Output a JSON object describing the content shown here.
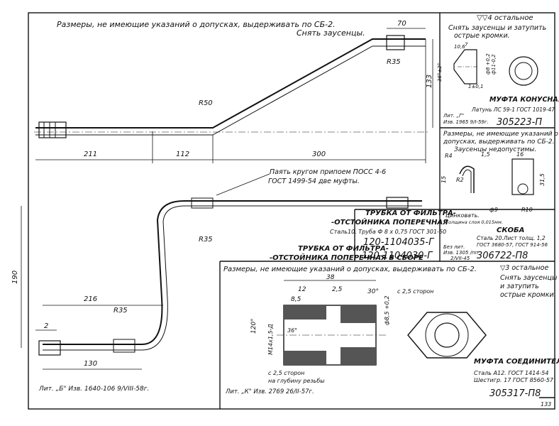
{
  "general_notes": {
    "top_left": "Размеры, не имеющие  указаний о допусках, выдерживать по СБ-2.",
    "deburr": "Снять заусенцы.",
    "bottom_mid": "Размеры, не имеющие указаний о допусках, выдерживать по СБ-2."
  },
  "tube_transverse": {
    "dims": {
      "d70": "70",
      "r35": "R35",
      "r50": "R50",
      "d133": "133",
      "d211": "211",
      "d112": "112",
      "d300": "300"
    },
    "solder_note_1": "Паять кругом припоем ПОСС 4-6",
    "solder_note_2": "ГОСТ 1499-54  две муфты.",
    "title_1": "ТРУБКА ОТ ФИЛЬТРА-",
    "title_2": "-ОТСТОЙНИКА ПОПЕРЕЧНАЯ",
    "material": "Сталь10. Труба Ф 8 х 0,75 ГОСТ 301-50",
    "part_no": "120-1104035-Г"
  },
  "tube_assembly": {
    "dims": {
      "r35a": "R35",
      "d190": "190",
      "d216": "216",
      "r35b": "R35",
      "d2": "2",
      "d130": "130"
    },
    "title_1": "ТРУБКА ОТ ФИЛЬТРА-",
    "title_2": "-ОТСТОЙНИКА ПОПЕРЕЧНАЯ В СБОРЕ",
    "part_no": "120-1104030-Г",
    "litera": "Лит. „Б\"  Изв. 1640-106  9/VIII-58г.",
    "change_note_1": "Без лит.",
    "change_note_2": "Изв. 1305 /пп",
    "change_note_3": "2/VII-45"
  },
  "cone_sleeve": {
    "roughness": "▽▽4 остальное",
    "note_1": "Снять заусенцы и затупить",
    "note_2": "острые кромки.",
    "dims": {
      "d36": "36°±2°",
      "d10": "10,6",
      "d7": "7",
      "d8": "ф8 +0,2",
      "d11": "ф11-0,2",
      "d1": "1±0,1"
    },
    "title": "МУФТА КОНУСНАЯ",
    "material": "Латунь ЛС 59-1 ГОСТ 1019-47",
    "litera_1": "Лит. „Г\"",
    "litera_2": "Изв. 1965  9/I-59г.",
    "part_no": "305223-П"
  },
  "bracket": {
    "note_1": "Размеры, не имеющие указаний о",
    "note_2": "допусках, выдерживать по СБ-2.",
    "note_3": "Заусенцы недопустимы.",
    "dims": {
      "r4": "R4",
      "d15": "1,5",
      "d16": "16",
      "d15b": "15",
      "r2": "R2",
      "d31": "31,5",
      "d9": "ф9",
      "r10": "R10"
    },
    "coating_1": "Цинковать.",
    "coating_2": "Толщина слоя 0,015мм.",
    "title": "СКОБА",
    "material_1": "Сталь 20.Лист толщ. 1,2",
    "material_2": "ГОСТ 3680-57, ГОСТ 914-56",
    "part_no": "306722-П8"
  },
  "connector_sleeve": {
    "roughness": "▽3 остальное",
    "note_1": "Снять заусенцы",
    "note_2": "и затупить",
    "note_3": "острые кромки.",
    "dims": {
      "d38": "38",
      "d12": "12",
      "d25": "2,5",
      "d30": "30°",
      "c25": "с 2,5 сторон",
      "d85": "8,5",
      "d85b": "ф8,5 +0,2",
      "d36": "36°",
      "d120": "120°",
      "m14": "М14х1,5-Д",
      "c25b": "с 2,5 сторон",
      "depth": "на глубину резьбы"
    },
    "title": "МУФТА СОЕДИНИТЕЛЬНАЯ",
    "material_1": "Сталь А12.  ГОСТ 1414-54",
    "material_2": "Шестигр. 17 ГОСТ 8560-57",
    "litera": "Лит. „К\"  Изв. 2769  26/II-57г.",
    "part_no": "305317-П8"
  },
  "page_number": "133"
}
